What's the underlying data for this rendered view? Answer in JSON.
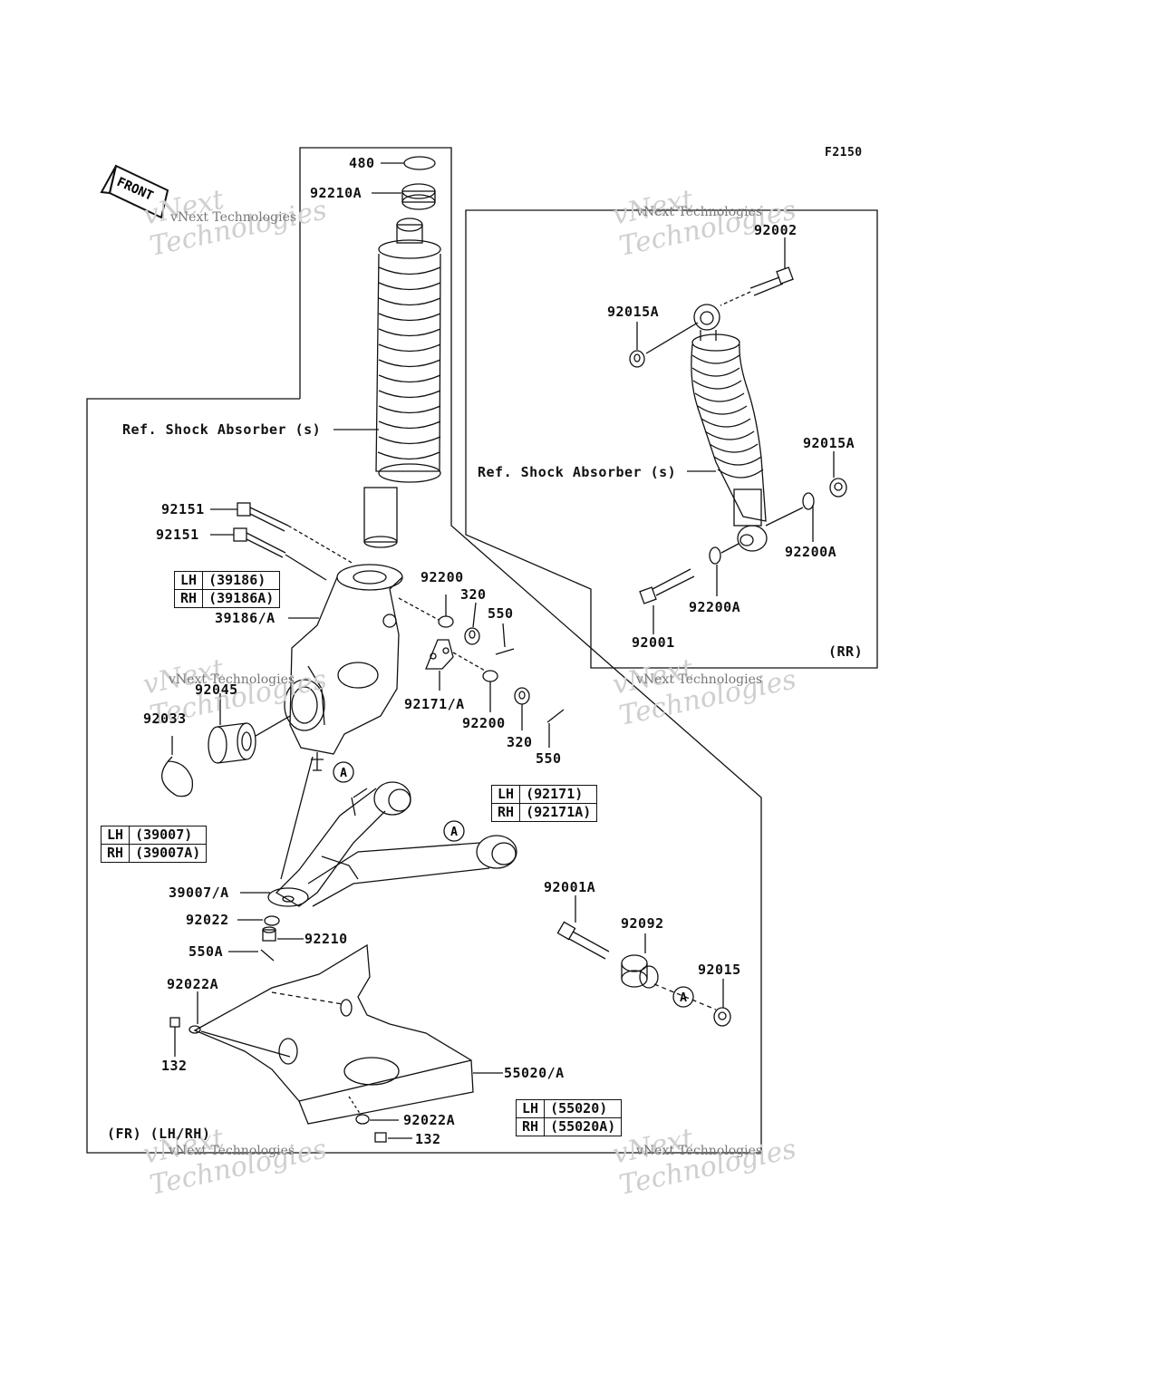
{
  "figure_code": "F2150",
  "front_label": "FRONT",
  "watermark": {
    "big": "vNext\nTechnologies",
    "small": "vNext Technologies"
  },
  "labels": {
    "p480": "480",
    "p92210A": "92210A",
    "ref_shock_fr": "Ref. Shock Absorber (s)",
    "p92151_a": "92151",
    "p92151_b": "92151",
    "p39186A": "39186/A",
    "p92200_top": "92200",
    "p320_top": "320",
    "p550_top": "550",
    "p92045": "92045",
    "p92033": "92033",
    "p92171A": "92171/A",
    "p92200_bot": "92200",
    "p320_bot": "320",
    "p550_bot": "550",
    "p39007A": "39007/A",
    "p92022": "92022",
    "p92210": "92210",
    "p550A": "550A",
    "p92022A_top": "92022A",
    "p132_left": "132",
    "p55020A": "55020/A",
    "p92022A_bot": "92022A",
    "p132_bot": "132",
    "p92001A": "92001A",
    "p92092": "92092",
    "p92015": "92015",
    "fr_note": "(FR) (LH/RH)",
    "p92002": "92002",
    "p92015A_top": "92015A",
    "p92015A_right": "92015A",
    "ref_shock_rr": "Ref. Shock Absorber (s)",
    "p92200A_right": "92200A",
    "p92200A_bot": "92200A",
    "p92001": "92001",
    "rr_note": "(RR)",
    "circle_a1": "A",
    "circle_a2": "A",
    "circle_a3": "A"
  },
  "tables": {
    "t39186": [
      [
        "LH",
        "(39186)"
      ],
      [
        "RH",
        "(39186A)"
      ]
    ],
    "t92171": [
      [
        "LH",
        "(92171)"
      ],
      [
        "RH",
        "(92171A)"
      ]
    ],
    "t39007": [
      [
        "LH",
        "(39007)"
      ],
      [
        "RH",
        "(39007A)"
      ]
    ],
    "t55020": [
      [
        "LH",
        "(55020)"
      ],
      [
        "RH",
        "(55020A)"
      ]
    ]
  }
}
